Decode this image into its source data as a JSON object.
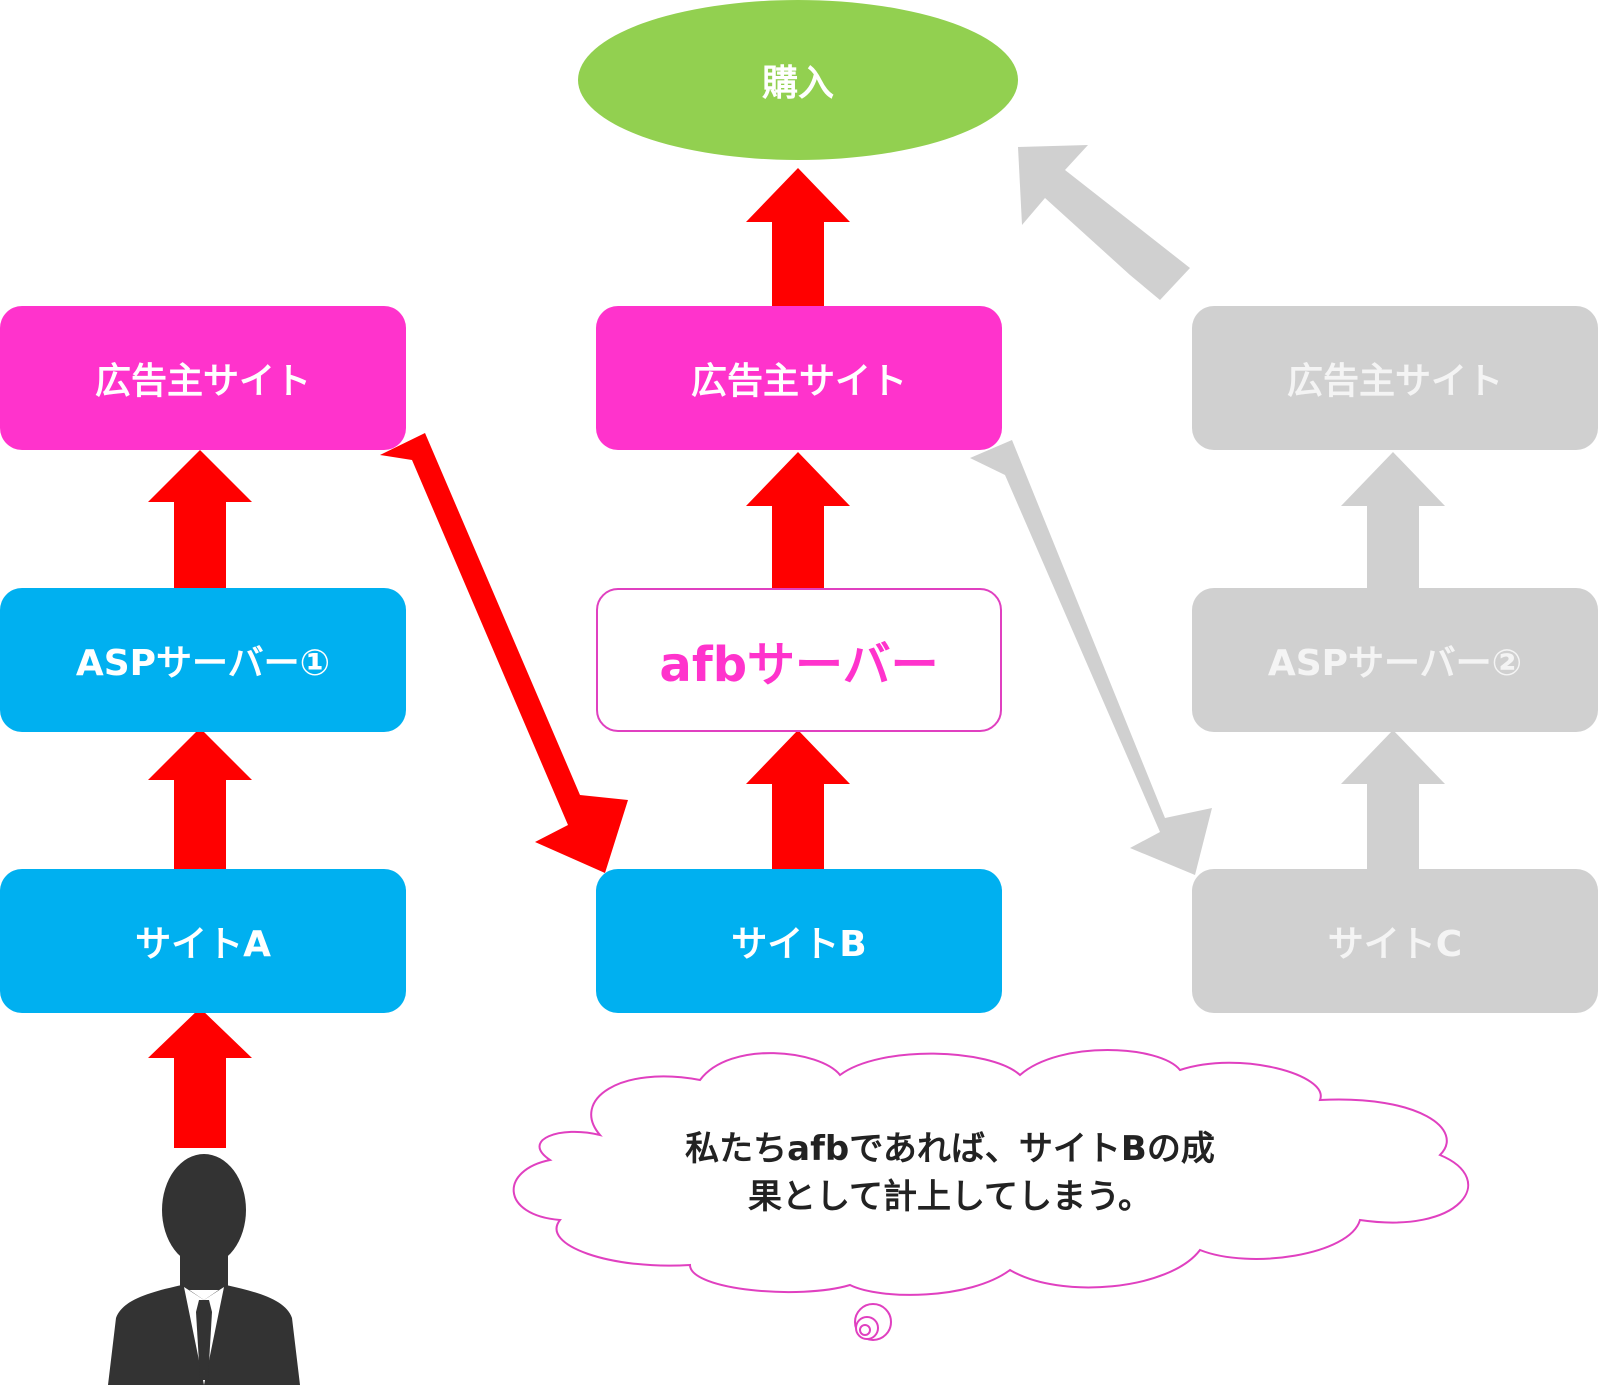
{
  "goal": {
    "label": "購入"
  },
  "columns": [
    {
      "advertiser": "広告主サイト",
      "server": "ASPサーバー①",
      "site": "サイトA"
    },
    {
      "advertiser": "広告主サイト",
      "server": "afbサーバー",
      "site": "サイトB"
    },
    {
      "advertiser": "広告主サイト",
      "server": "ASPサーバー②",
      "site": "サイトC"
    }
  ],
  "callout": {
    "line1": "私たちafbであれば、サイトBの成",
    "line2": "果として計上してしまう。"
  },
  "colors": {
    "advertiser": "#ff33cc",
    "asp": "#00b0f0",
    "inactive": "#d0d0d0",
    "goal": "#92d050",
    "flow_arrow": "#ff0000",
    "inactive_arrow": "#d0d0d0",
    "cloud_outline": "#e040c0"
  },
  "icons": {
    "user": "businessman-silhouette-icon"
  }
}
